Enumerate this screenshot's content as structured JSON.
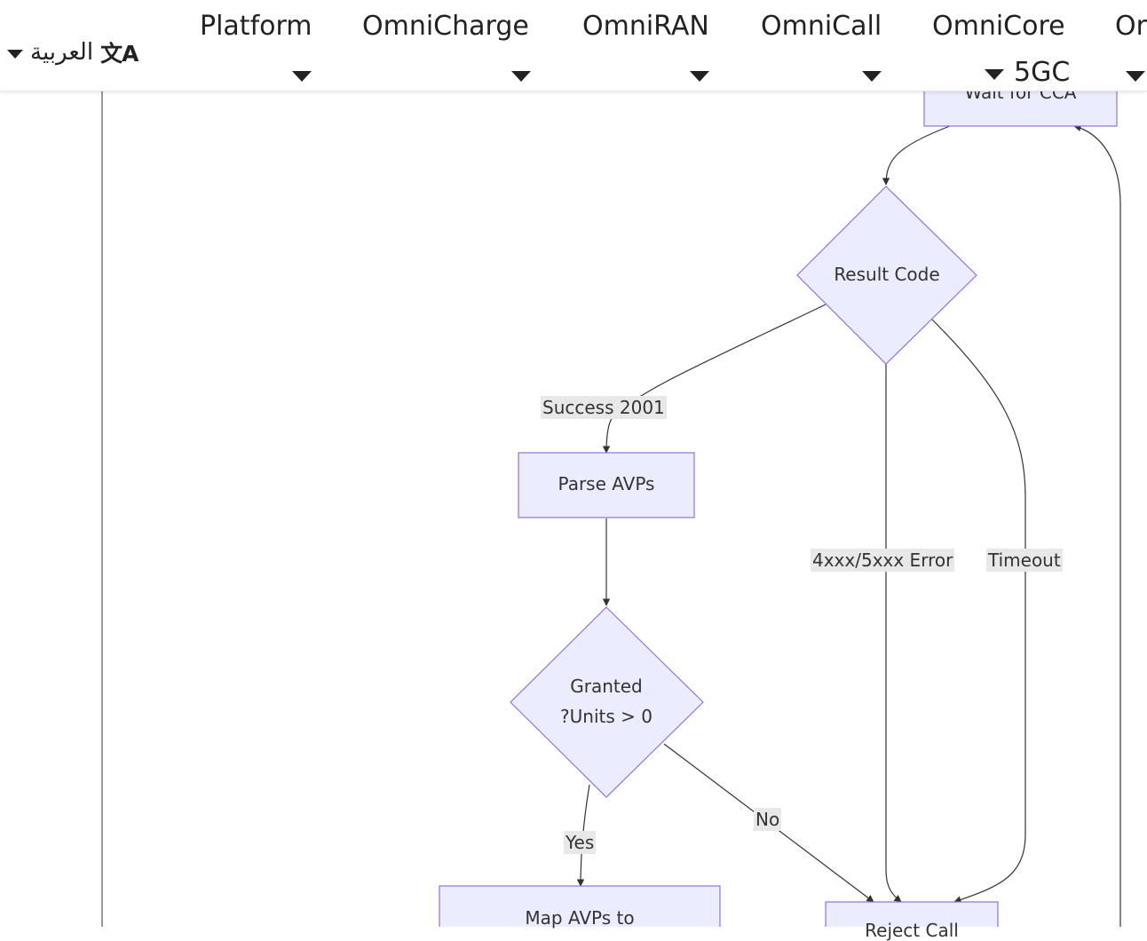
{
  "header": {
    "language_label": "العربية",
    "language_icon": "translate-icon",
    "nav": [
      {
        "label": "Platform"
      },
      {
        "label": "OmniCharge"
      },
      {
        "label": "OmniRAN"
      },
      {
        "label": "OmniCall"
      },
      {
        "label": "OmniCore"
      },
      {
        "label": "Or"
      }
    ],
    "nav_subtext": "5GC"
  },
  "flowchart": {
    "nodes": {
      "wait_cca": "Wait for CCA",
      "result_code": "Result Code",
      "parse_avps": "Parse AVPs",
      "granted_line1": "Granted",
      "granted_line2": "?Units > 0",
      "map_avps": "Map AVPs to",
      "reject_call": "Reject Call"
    },
    "edges": {
      "success": "Success 2001",
      "error": "4xxx/5xxx Error",
      "timeout": "Timeout",
      "yes": "Yes",
      "no": "No"
    }
  },
  "colors": {
    "node_fill": "#ECECFF",
    "node_stroke": "#9370DB",
    "edge": "#333333",
    "label_bg": "#E8E8E8"
  }
}
